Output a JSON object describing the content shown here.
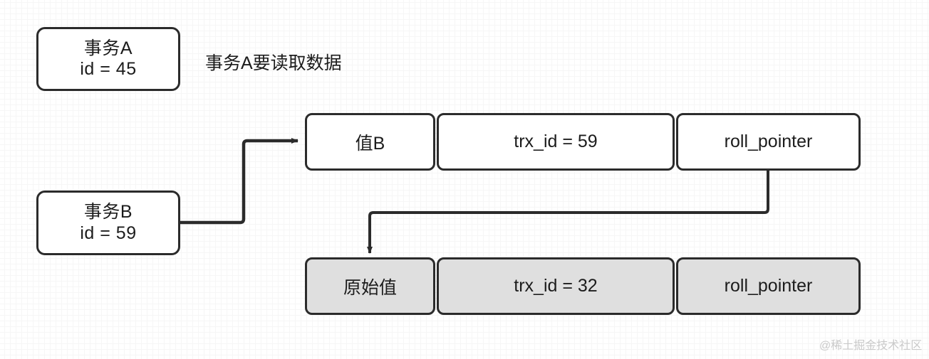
{
  "diagram": {
    "title_caption": "事务A要读取数据",
    "watermark": "@稀土掘金技术社区",
    "colors": {
      "stroke": "#2b2b2b",
      "node_fill": "#ffffff",
      "shaded_fill": "#dfdfdf",
      "grid_line": "#ededed",
      "text": "#1c1c1c",
      "watermark": "#c9c9c9"
    },
    "transactions": [
      {
        "name": "事务A",
        "id_line": "id = 45"
      },
      {
        "name": "事务B",
        "id_line": "id = 59"
      }
    ],
    "records": [
      {
        "style": "light",
        "cells": [
          {
            "label": "值B"
          },
          {
            "label": "trx_id = 59"
          },
          {
            "label": "roll_pointer"
          }
        ]
      },
      {
        "style": "shaded",
        "cells": [
          {
            "label": "原始值"
          },
          {
            "label": "trx_id = 32"
          },
          {
            "label": "roll_pointer"
          }
        ]
      }
    ],
    "connectors": [
      {
        "name": "txnB-to-current-record",
        "from": "事务B",
        "to": "值B",
        "arrow": "right"
      },
      {
        "name": "rollpointer-to-undo-record",
        "from": "roll_pointer",
        "to": "原始值",
        "arrow": "down"
      }
    ]
  }
}
